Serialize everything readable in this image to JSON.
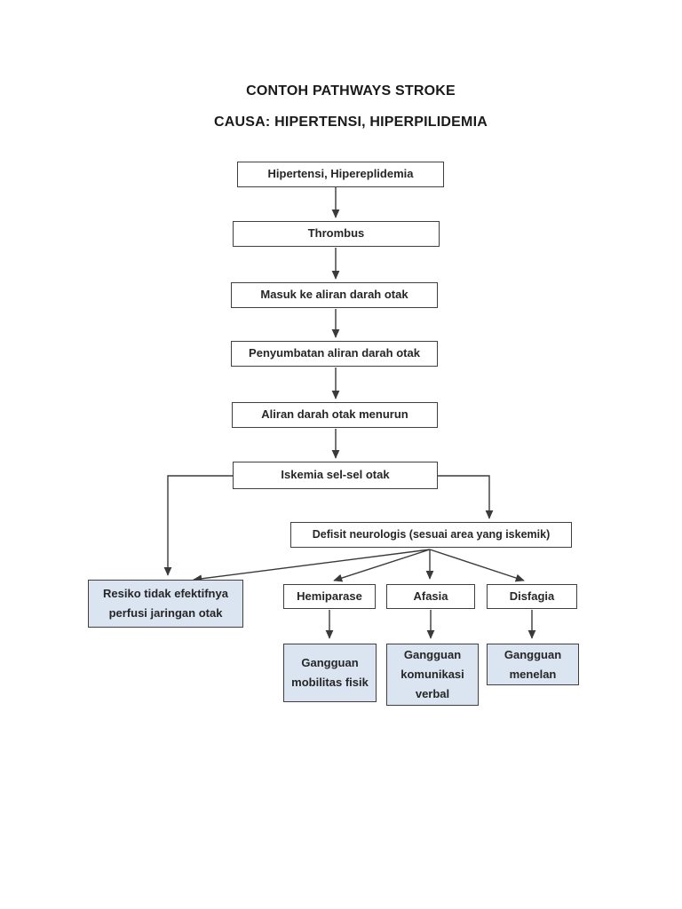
{
  "page": {
    "title": "CONTOH PATHWAYS STROKE",
    "subtitle": "CAUSA: HIPERTENSI, HIPERPILIDEMIA"
  },
  "flowchart": {
    "nodes": {
      "hipertensi": {
        "label": "Hipertensi, Hipereplidemia"
      },
      "thrombus": {
        "label": "Thrombus"
      },
      "masuk": {
        "label": "Masuk ke aliran darah otak"
      },
      "penyumbatan": {
        "label": "Penyumbatan aliran darah otak"
      },
      "aliran": {
        "label": "Aliran darah otak menurun"
      },
      "iskemia": {
        "label": "Iskemia sel-sel otak"
      },
      "defisit": {
        "label": "Defisit neurologis (sesuai area yang iskemik)"
      },
      "resiko": {
        "label": "Resiko tidak efektifnya perfusi jaringan otak"
      },
      "hemiparase": {
        "label": "Hemiparase"
      },
      "afasia": {
        "label": "Afasia"
      },
      "disfagia": {
        "label": "Disfagia"
      },
      "gangguan_mobilitas": {
        "label": "Gangguan mobilitas fisik"
      },
      "gangguan_komunikasi": {
        "label": "Gangguan komunikasi verbal"
      },
      "gangguan_menelan": {
        "label": "Gangguan menelan"
      }
    }
  },
  "colors": {
    "highlight_fill": "#dbe5f1",
    "box_border": "#3f3f3f",
    "arrow": "#3a3a3a",
    "text": "#262626"
  }
}
